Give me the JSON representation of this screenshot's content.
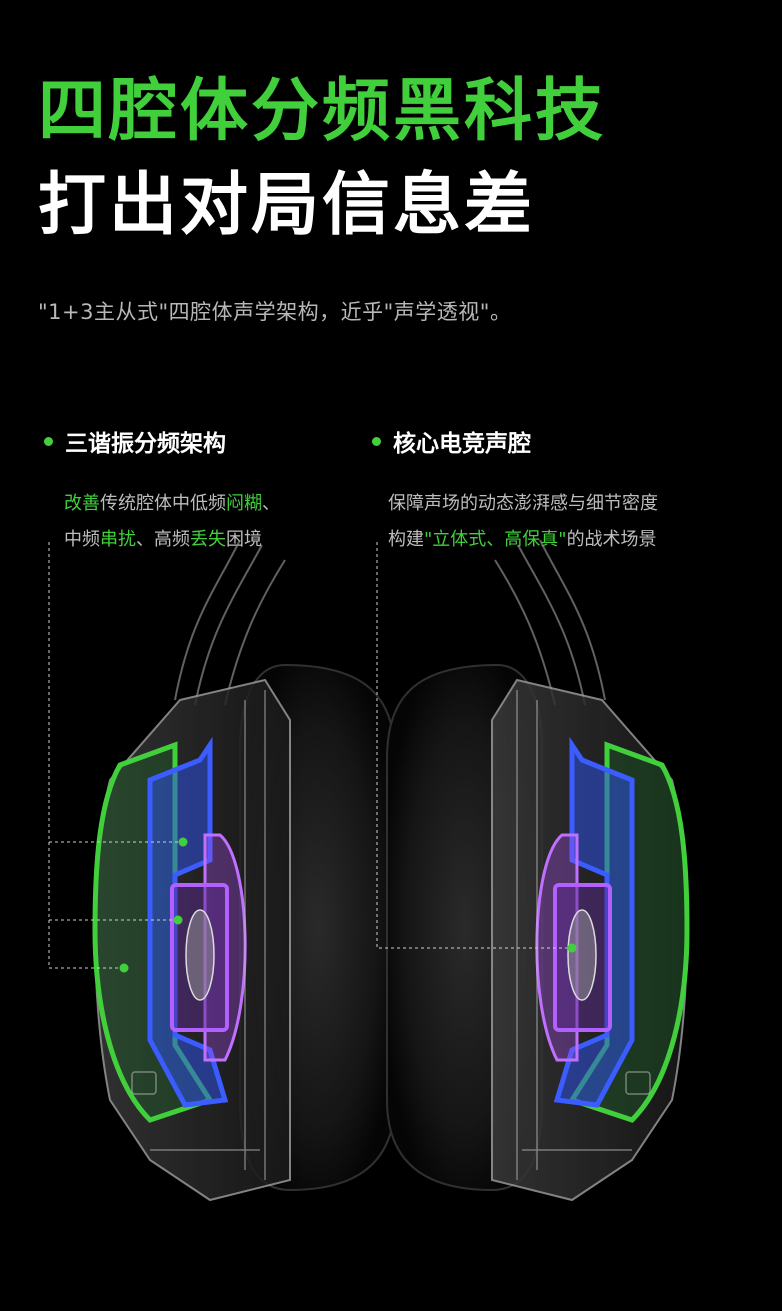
{
  "headline": {
    "line1": "四腔体分频黑科技",
    "line2": "打出对局信息差"
  },
  "subtitle": "\"1+3主从式\"四腔体声学架构，近乎\"声学透视\"。",
  "features": {
    "left": {
      "title": "三谐振分频架构",
      "line1": {
        "hl1": "改善",
        "text1": "传统腔体中低频",
        "hl2": "闷糊",
        "text2": "、"
      },
      "line2": {
        "text1": "中频",
        "hl1": "串扰",
        "text2": "、高频",
        "hl2": "丢失",
        "text3": "困境"
      }
    },
    "right": {
      "title": "核心电竞声腔",
      "line1": "保障声场的动态澎湃感与细节密度",
      "line2": {
        "text1": "构建",
        "hl1": "\"立体式、高保真\"",
        "text2": "的战术场景"
      }
    }
  },
  "colors": {
    "background": "#000000",
    "accent_green": "#41d03c",
    "cavity_blue": "#2e4fe0",
    "cavity_purple": "#a64ee8",
    "text_gray": "#bdbdbd"
  },
  "icons": {
    "bullet": "green-dot-icon",
    "illustration": "headphone-cutaway-icon"
  }
}
